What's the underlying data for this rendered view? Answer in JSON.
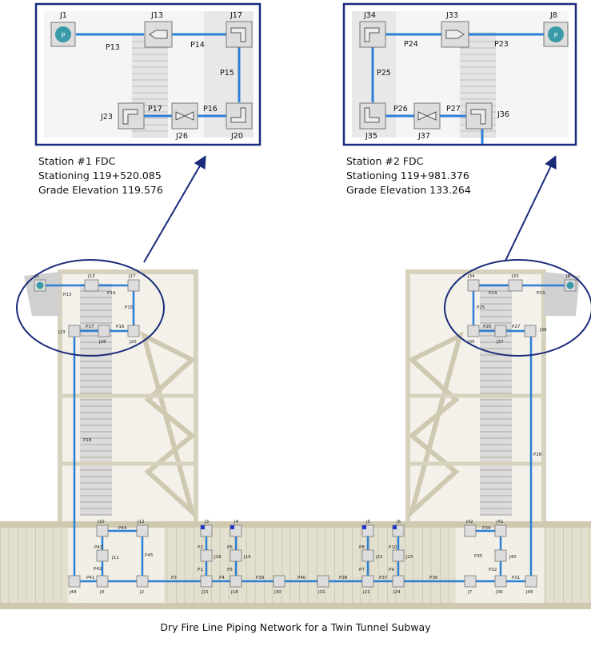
{
  "colors": {
    "pipe": "#2b7fd6",
    "frame": "#1a2b7a",
    "ellipse": "#1a2b7a",
    "concrete": "#d9d4bf",
    "stair": "#c9c9c9",
    "node": "#d8d8d8",
    "node_fill": "#eeeeee",
    "pump": "#3a9aa8"
  },
  "caption": "Dry Fire Line Piping Network for a Twin Tunnel Subway",
  "station1": {
    "title": "Station #1 FDC",
    "stationing": "Stationing 119+520.085",
    "elevation": "Grade Elevation 119.576"
  },
  "station2": {
    "title": "Station #2 FDC",
    "stationing": "Stationing 119+981.376",
    "elevation": "Grade Elevation 133.264"
  },
  "inset1": {
    "nodes": [
      "J1",
      "J13",
      "J17",
      "J23",
      "J26",
      "J20"
    ],
    "pipes": [
      "P13",
      "P14",
      "P15",
      "P17",
      "P16"
    ]
  },
  "inset2": {
    "nodes": [
      "J34",
      "J33",
      "J8",
      "J35",
      "J37",
      "J36"
    ],
    "pipes": [
      "P24",
      "P23",
      "P25",
      "P26",
      "P27"
    ]
  },
  "overview_nodes": {
    "top_left": [
      "J1",
      "J13",
      "J17",
      "J23",
      "J26",
      "J20"
    ],
    "top_right": [
      "J34",
      "J33",
      "J8",
      "J35",
      "J37",
      "J36"
    ],
    "tunnel_top": [
      "J10",
      "J12",
      "J3",
      "J4",
      "J5",
      "J6",
      "J42",
      "J41"
    ],
    "tunnel_mid": [
      "J11",
      "J16",
      "J19",
      "J22",
      "J25",
      "J40"
    ],
    "tunnel_bottom": [
      "J44",
      "J9",
      "J2",
      "J15",
      "J18",
      "J30",
      "J31",
      "J21",
      "J24",
      "J7",
      "J39",
      "J45"
    ]
  },
  "overview_pipes": {
    "top_left": [
      "P13",
      "P14",
      "P15",
      "P17",
      "P16"
    ],
    "top_right": [
      "P25",
      "P24",
      "P23",
      "P26",
      "P27"
    ],
    "risers": [
      "P18",
      "P28"
    ],
    "tunnel": [
      "P44",
      "P43",
      "P42",
      "P41",
      "P45",
      "P2",
      "P1",
      "P3",
      "P6",
      "P5",
      "P4",
      "P39",
      "P40",
      "P38",
      "P8",
      "P7",
      "P10",
      "P9",
      "P37",
      "P36",
      "P35",
      "P32",
      "P31",
      "P34"
    ]
  }
}
